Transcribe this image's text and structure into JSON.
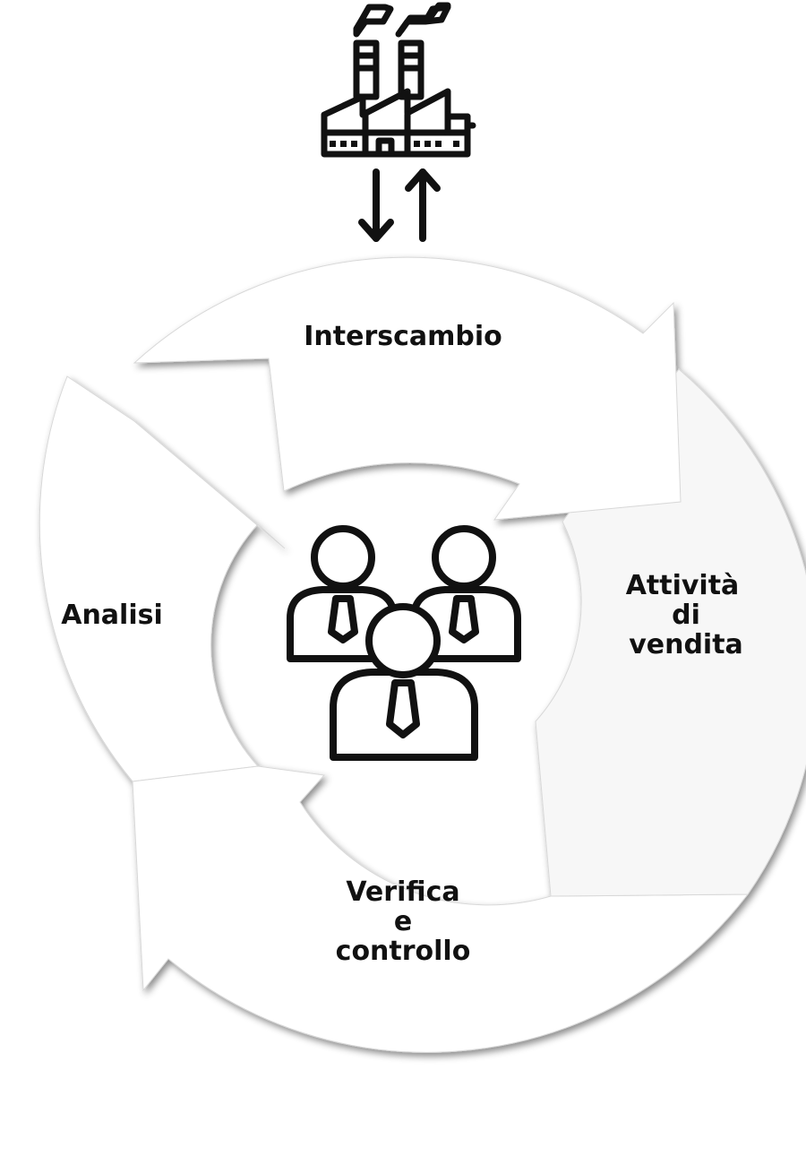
{
  "stages": {
    "interscambio": "Interscambio",
    "attivita": [
      "Attività",
      "di",
      "vendita"
    ],
    "verifica": [
      "Verifica",
      "e",
      "controllo"
    ],
    "analisi": "Analisi"
  },
  "icons": {
    "top": "factory-icon",
    "arrows": "down-up-arrows-icon",
    "center": "business-team-icon"
  },
  "colors": {
    "background": "#ffffff",
    "arrow_fill": "#ffffff",
    "arrow_fill_right": "#f7f7f7",
    "stroke": "#111111",
    "text": "#111111"
  }
}
